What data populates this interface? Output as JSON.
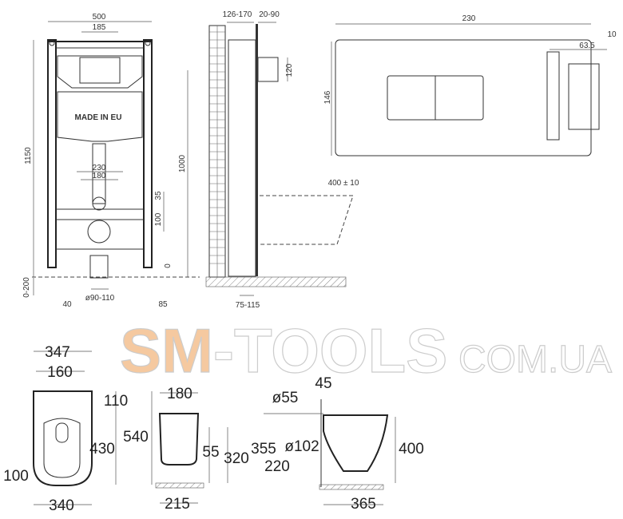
{
  "frame_front": {
    "width": "500",
    "cistern_width": "185",
    "height": "1150",
    "button_height": "1000",
    "bolt_outer": "230",
    "bolt_inner": "180",
    "dim_35": "35",
    "dim_100": "100",
    "floor_zero": "0",
    "leg_adjust": "0-200",
    "drain_dia": "ø90-110",
    "leg_40": "40",
    "leg_85": "85",
    "brand_text": "MADE IN EU"
  },
  "frame_side": {
    "depth": "126-170",
    "wall_gap": "20-90",
    "button_box": "120",
    "drain_offset": "75-115",
    "bowl_height": "400 ± 10"
  },
  "flush_plate": {
    "width": "230",
    "height": "146",
    "thickness": "10",
    "depth": "63.5"
  },
  "bowl_top": {
    "seat_width": "347",
    "bolt_spacing": "160",
    "dim_110": "110",
    "dim_430": "430",
    "length": "540",
    "bottom_width": "340"
  },
  "bowl_back": {
    "bolt_spacing": "180",
    "dim_55": "55",
    "dim_320": "320",
    "dim_100": "100",
    "dim_215": "215"
  },
  "bowl_side": {
    "inlet_dia": "ø55",
    "dim_45": "45",
    "dim_355": "355",
    "dim_220": "220",
    "outlet_dia": "ø102",
    "height": "400",
    "projection": "365"
  },
  "watermark": {
    "main": "SM-TOOLS",
    "sub": "COM.UA",
    "accent": "#f5c9a0"
  }
}
